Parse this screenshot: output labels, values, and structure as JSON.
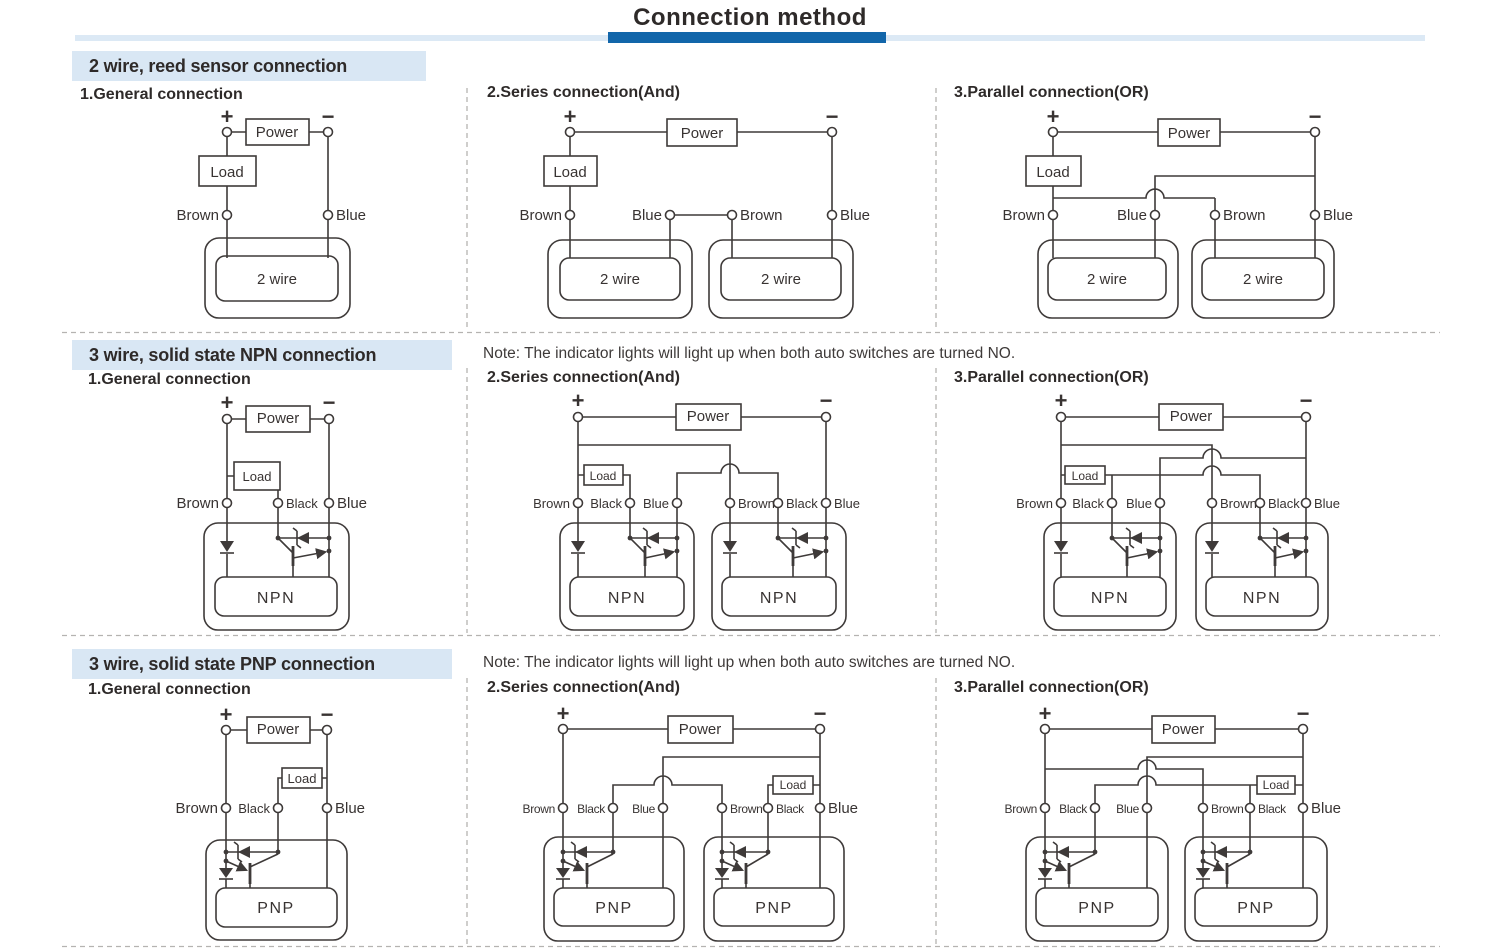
{
  "page": {
    "title": "Connection method"
  },
  "colors": {
    "accent_dark_blue": "#1266aa",
    "accent_light_blue": "#dce9f5",
    "section_header_bg": "#d9e7f4",
    "line": "#3e3a39"
  },
  "sections": [
    {
      "heading": "2 wire, reed sensor connection",
      "note": "",
      "panel_titles": [
        "1.General connection",
        "2.Series connection(And)",
        "3.Parallel connection(OR)"
      ],
      "labels": {
        "plus": "+",
        "minus": "−",
        "power": "Power",
        "load": "Load",
        "brown": "Brown",
        "blue": "Blue",
        "sensor": "2 wire"
      }
    },
    {
      "heading": "3 wire, solid state NPN connection",
      "note": "Note: The indicator lights will light up when both auto switches are turned NO.",
      "panel_titles": [
        "1.General connection",
        "2.Series connection(And)",
        "3.Parallel connection(OR)"
      ],
      "labels": {
        "plus": "+",
        "minus": "−",
        "power": "Power",
        "load": "Load",
        "brown": "Brown",
        "black": "Black",
        "blue": "Blue",
        "sensor": "NPN"
      }
    },
    {
      "heading": "3 wire, solid state PNP connection",
      "note": "Note: The indicator lights will light up when both auto switches are turned NO.",
      "panel_titles": [
        "1.General connection",
        "2.Series connection(And)",
        "3.Parallel connection(OR)"
      ],
      "labels": {
        "plus": "+",
        "minus": "−",
        "power": "Power",
        "load": "Load",
        "brown": "Brown",
        "black": "Black",
        "blue": "Blue",
        "sensor": "PNP"
      }
    }
  ]
}
